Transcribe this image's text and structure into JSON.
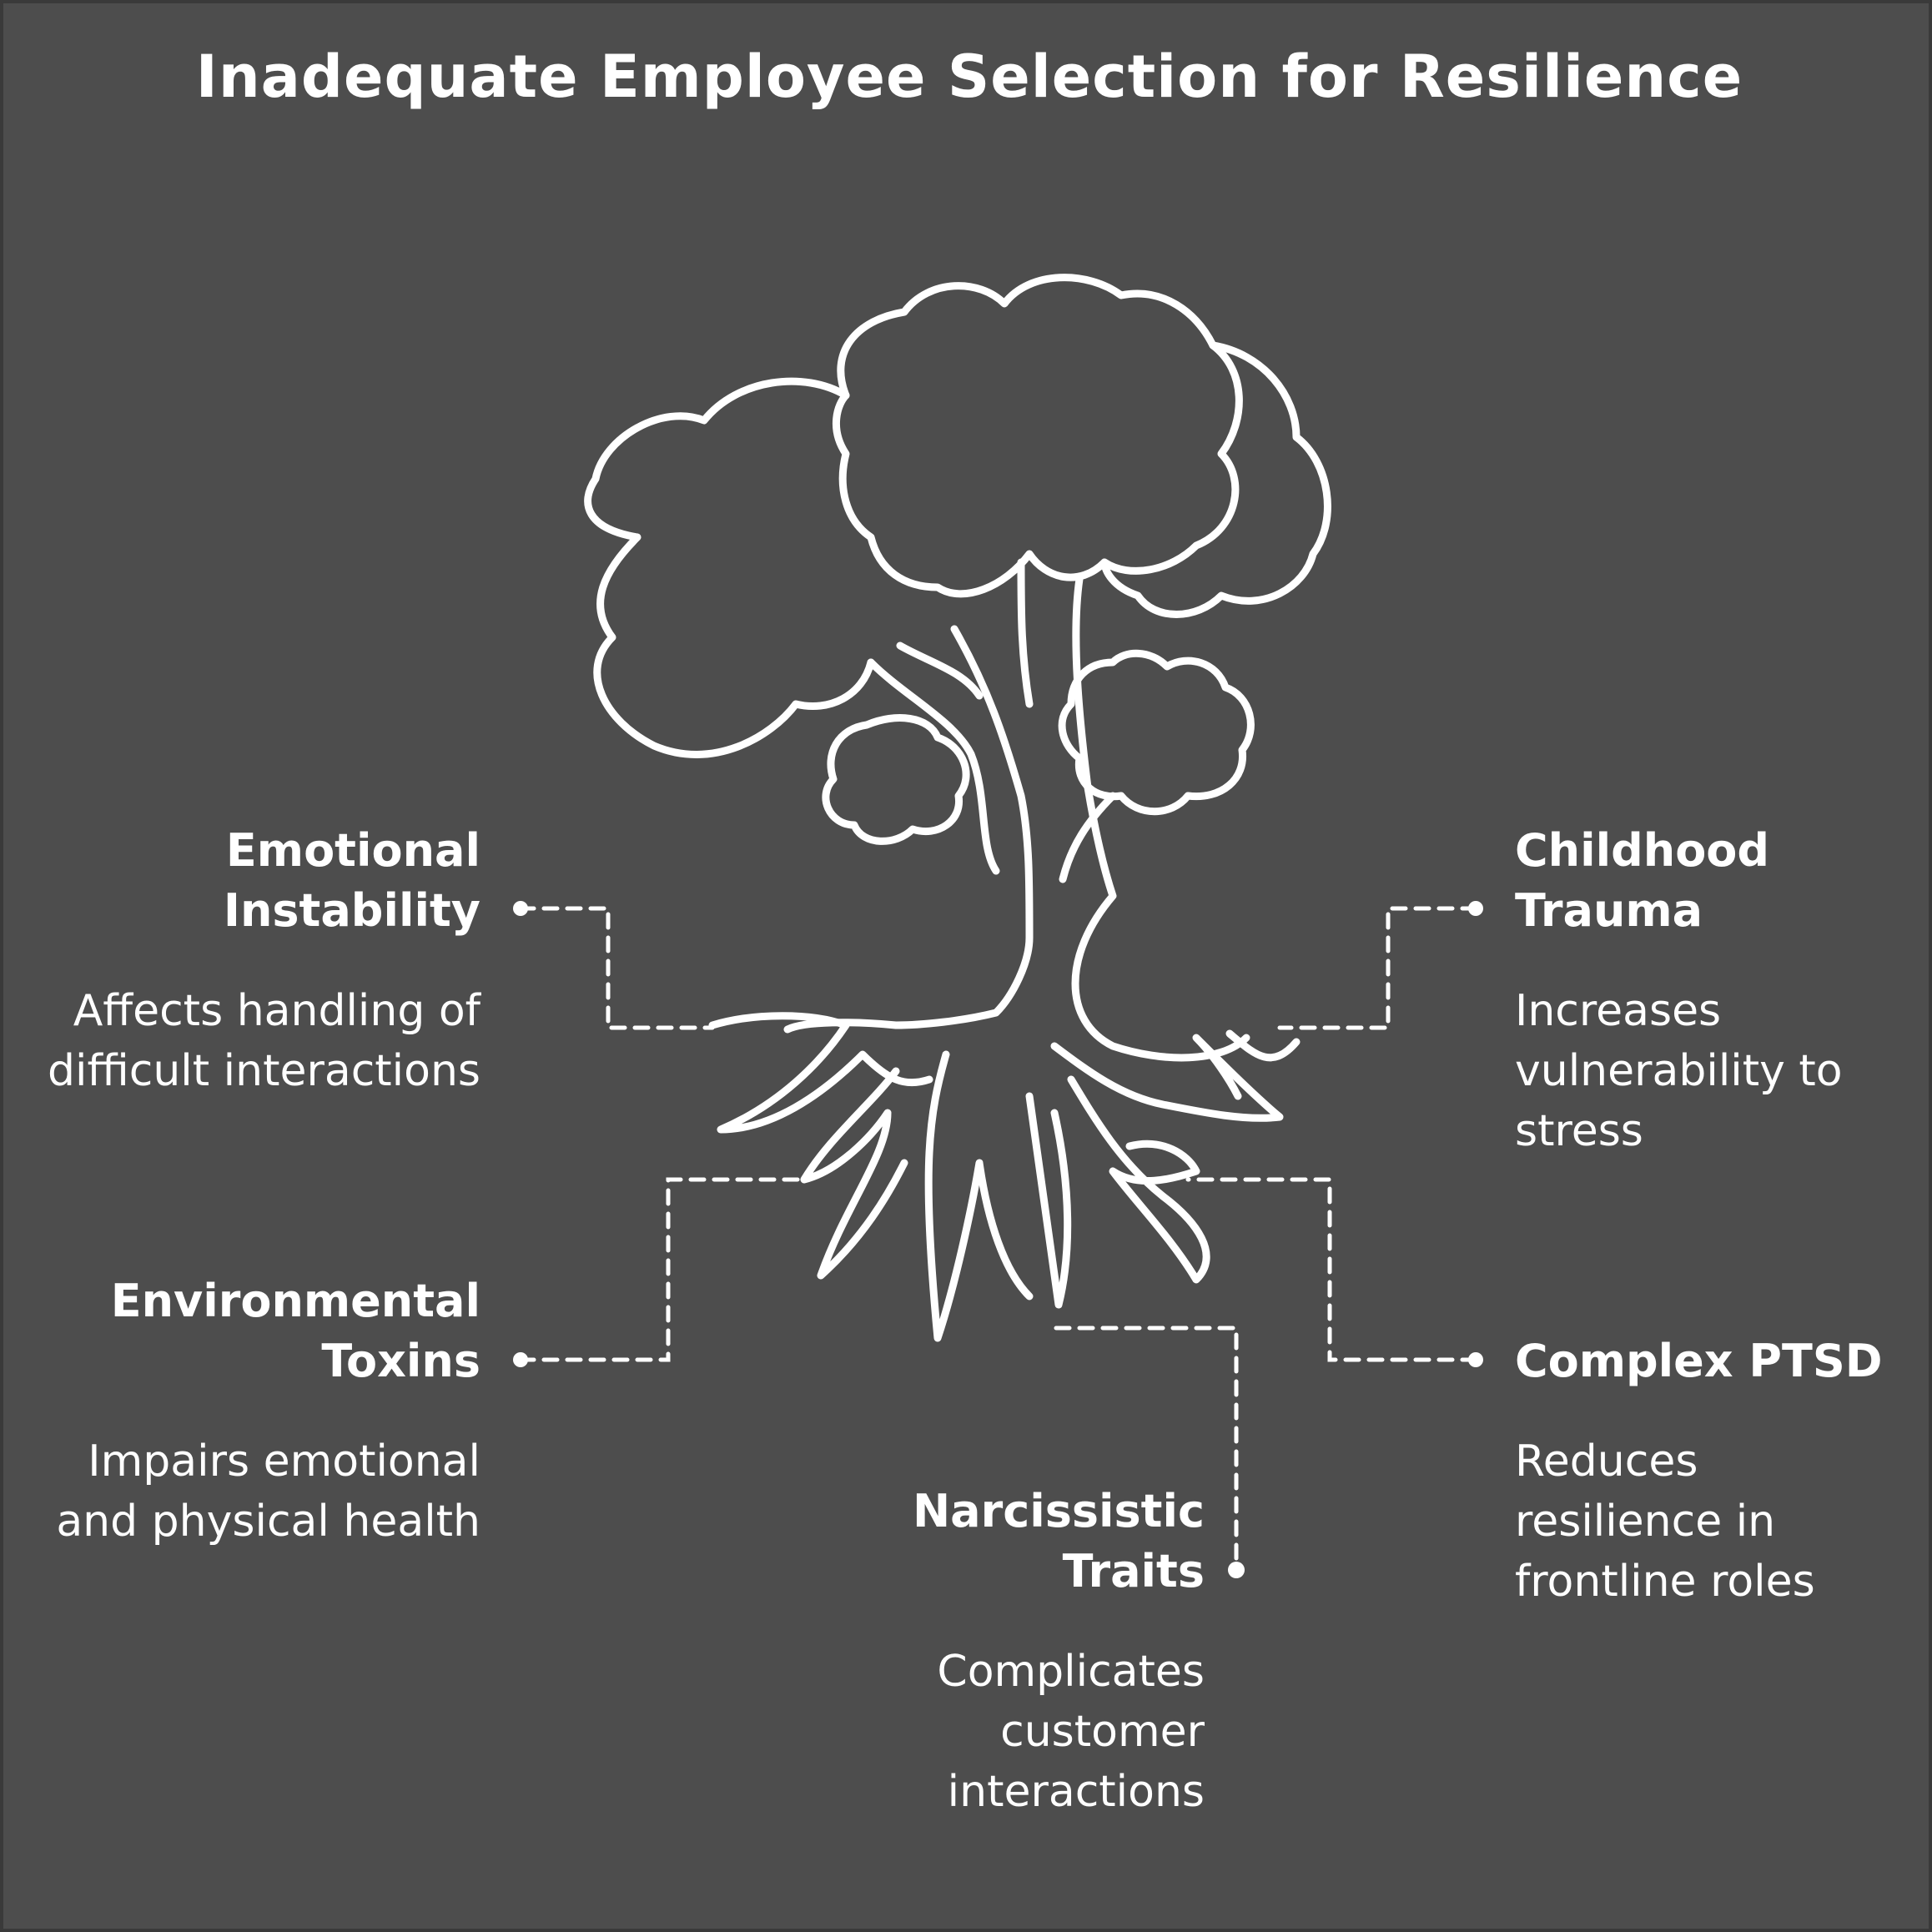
{
  "title": "Inadequate Employee Selection for Resilience",
  "colors": {
    "background": "#4d4d4d",
    "border": "#3a3a3a",
    "foreground": "#ffffff"
  },
  "icon": "tree-with-roots-icon",
  "factors": {
    "emotional_instability": {
      "heading": "Emotional Instability",
      "description": "Affects handling of difficult interactions"
    },
    "childhood_trauma": {
      "heading": "Childhood Trauma",
      "description": "Increases vulnerability to stress"
    },
    "environmental_toxins": {
      "heading": "Environmental Toxins",
      "description": "Impairs emotional and physical health"
    },
    "complex_ptsd": {
      "heading": "Complex PTSD",
      "description": "Reduces resilience in frontline roles"
    },
    "narcissistic_traits": {
      "heading": "Narcissistic Traits",
      "description": "Complicates customer interactions"
    }
  }
}
